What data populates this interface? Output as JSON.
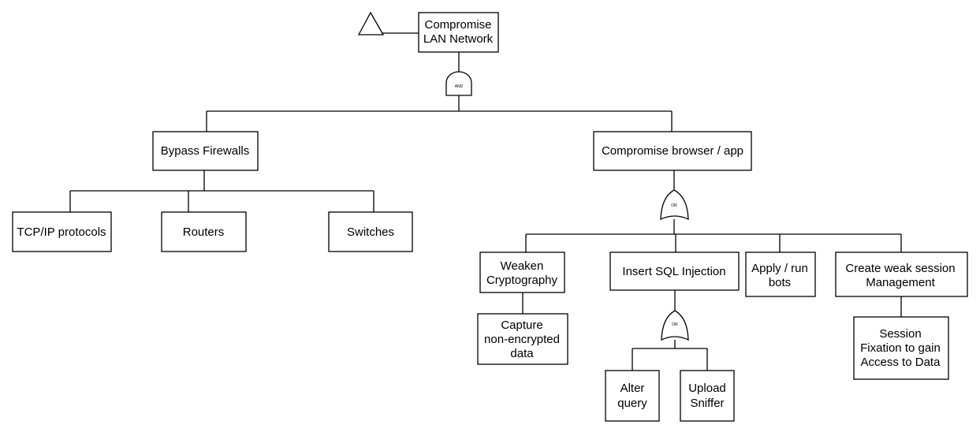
{
  "diagram": {
    "nodes": {
      "root": [
        "Compromise",
        "LAN Network"
      ],
      "firewalls": [
        "Bypass Firewalls"
      ],
      "browser": [
        "Compromise browser / app"
      ],
      "tcp": [
        "TCP/IP protocols"
      ],
      "routers": [
        "Routers"
      ],
      "switches": [
        "Switches"
      ],
      "crypto": [
        "Weaken",
        "Cryptography"
      ],
      "sql": [
        "Insert SQL Injection"
      ],
      "bots": [
        "Apply / run",
        "bots"
      ],
      "session": [
        "Create weak session",
        "Management"
      ],
      "capture": [
        "Capture",
        "non-encrypted",
        "data"
      ],
      "alter": [
        "Alter",
        "query"
      ],
      "sniffer": [
        "Upload",
        "Sniffer"
      ],
      "fixation": [
        "Session",
        "Fixation to gain",
        "Access to Data"
      ]
    },
    "gates": {
      "and_gate": "AND",
      "or_gate_browser": "OR",
      "or_gate_sql": "OR"
    },
    "transfer_symbol": "triangle-icon"
  }
}
